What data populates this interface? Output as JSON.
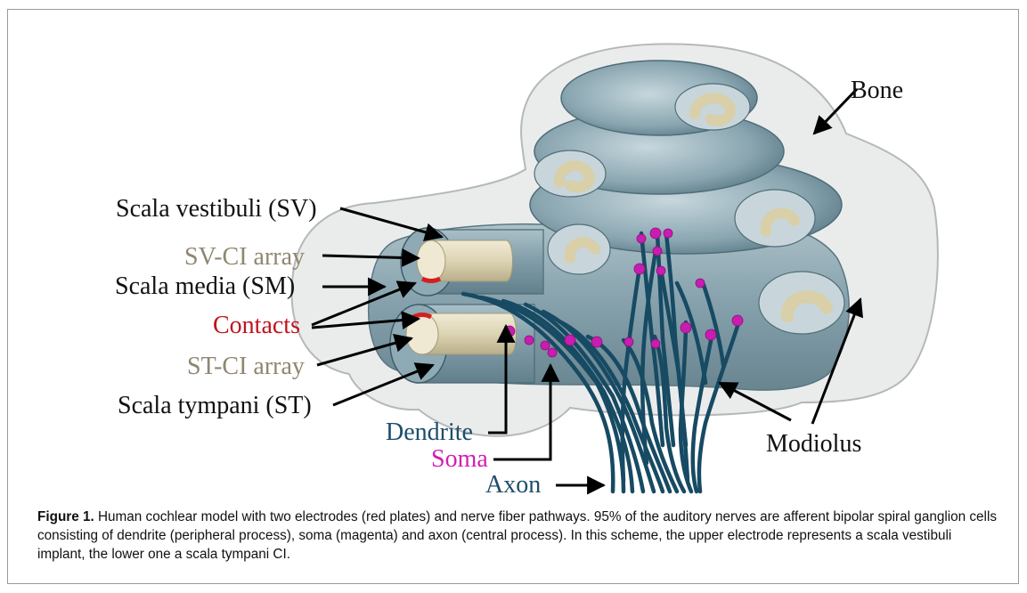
{
  "labels": {
    "bone": "Bone",
    "scala_vestibuli": "Scala vestibuli (SV)",
    "sv_ci_array": "SV-CI array",
    "scala_media": "Scala media (SM)",
    "contacts": "Contacts",
    "st_ci_array": "ST-CI array",
    "scala_tympani": "Scala tympani (ST)",
    "dendrite": "Dendrite",
    "soma": "Soma",
    "axon": "Axon",
    "modiolus": "Modiolus"
  },
  "caption": {
    "label": "Figure 1.",
    "text": " Human cochlear model with two electrodes (red plates) and nerve fiber pathways. 95% of the auditory nerves are afferent bipolar spiral ganglion cells consisting of dendrite (peripheral process), soma (magenta) and axon (central process). In this scheme, the upper electrode represents a scala vestibuli implant, the lower one a scala tympani CI."
  },
  "colors": {
    "bone": "#d6d8d9",
    "scala": "#7d9aa6",
    "electrode": "#e2dbc0",
    "contact": "#d41f1f",
    "nerve": "#174a63",
    "soma": "#c81db0"
  }
}
